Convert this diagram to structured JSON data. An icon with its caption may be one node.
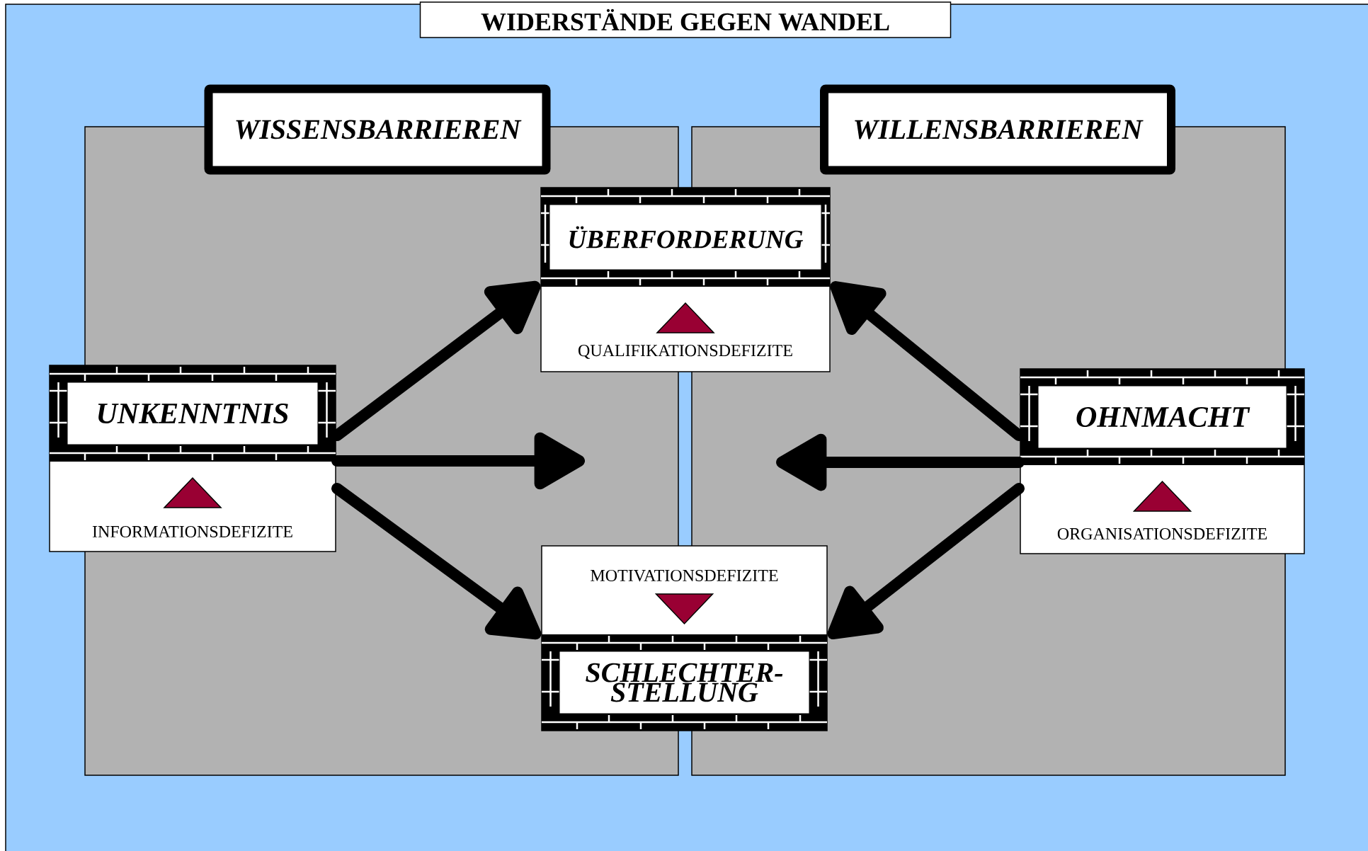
{
  "diagram": {
    "title": "WIDERSTÄNDE GEGEN WANDEL",
    "nodes": [
      {
        "text": [
          "WISSENSBARRIEREN"
        ]
      },
      {
        "text": [
          "WILLENSBARRIEREN"
        ]
      },
      {
        "text": [
          "ÜBERFORDERUNG",
          "QUALIFIKATIONSDEFIZITE"
        ]
      },
      {
        "text": [
          "UNKENNTNIS",
          "INFORMATIONSDEFIZITE"
        ]
      },
      {
        "text": [
          "OHNMACHT",
          "ORGANISATIONSDEFIZITE"
        ]
      },
      {
        "text": [
          "MOTIVATIONSDEFIZITE",
          "SCHLECHTER- STELLUNG"
        ]
      }
    ],
    "edges": [
      {
        "from": 3,
        "to": 2,
        "arrow": "to"
      },
      {
        "from": 3,
        "to": null,
        "arrow": "to"
      },
      {
        "from": 3,
        "to": 5,
        "arrow": "to"
      },
      {
        "from": 4,
        "to": 2,
        "arrow": "to"
      },
      {
        "from": 4,
        "to": null,
        "arrow": "to"
      },
      {
        "from": 4,
        "to": 5,
        "arrow": "to"
      }
    ]
  }
}
